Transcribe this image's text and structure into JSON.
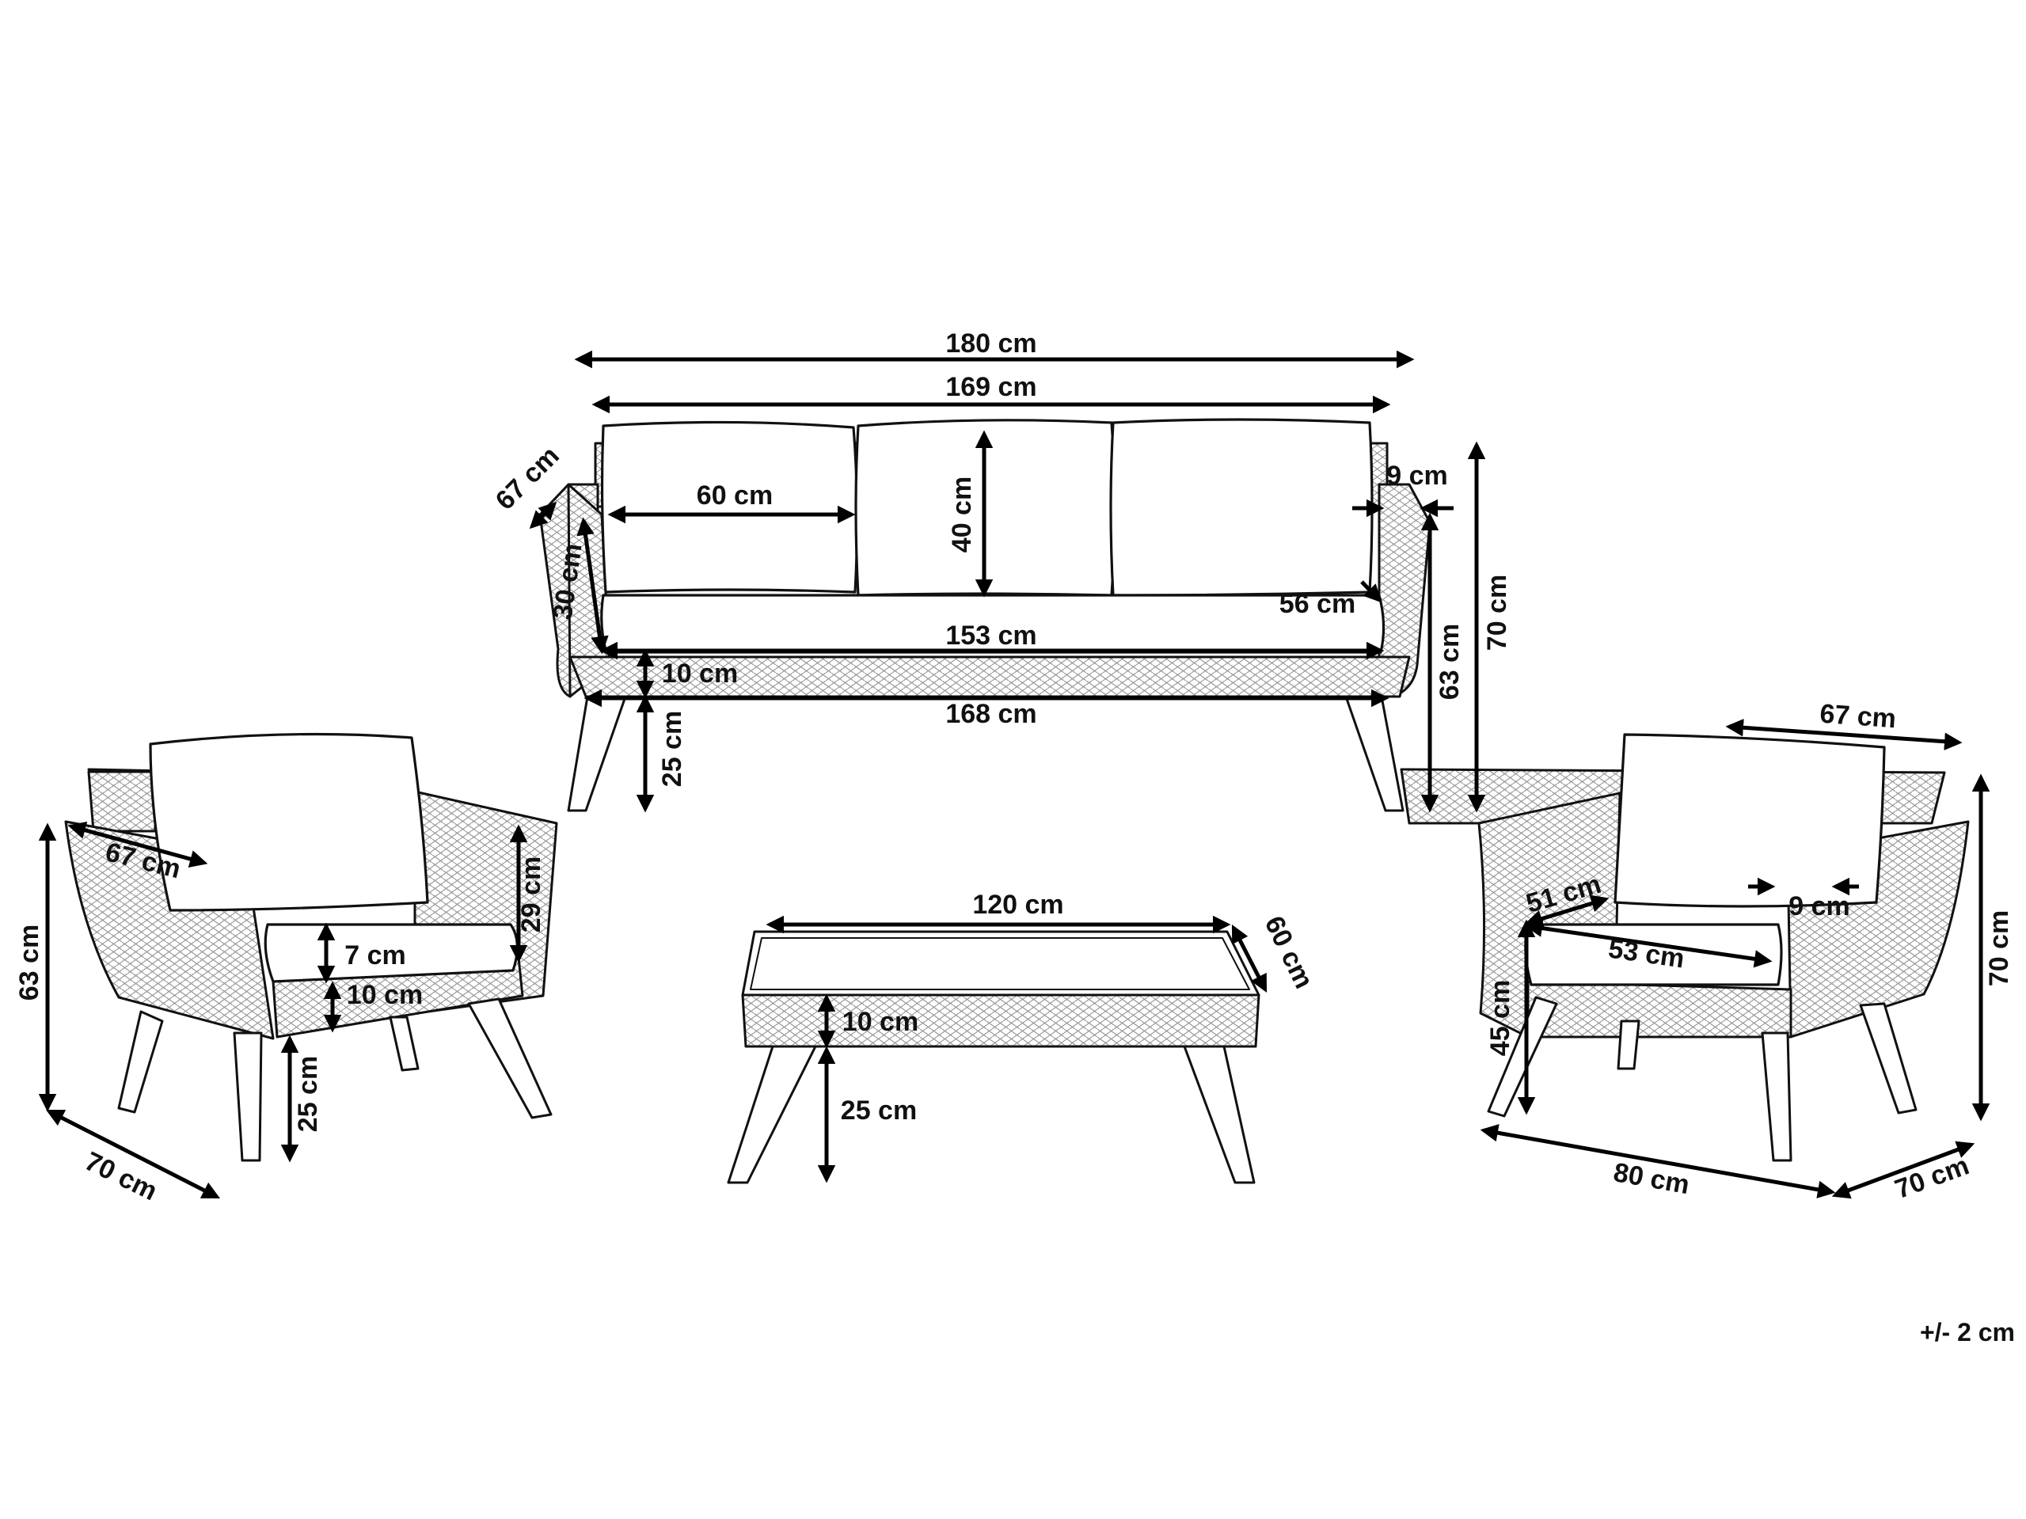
{
  "sofa": {
    "width_overall": "180 cm",
    "width_back": "169 cm",
    "depth": "67 cm",
    "cushion_width": "60 cm",
    "cushion_height": "40 cm",
    "arm_width": "9 cm",
    "height_overall": "70 cm",
    "seat_height_front": "30 cm",
    "seat_depth": "56 cm",
    "seat_width": "153 cm",
    "seat_thickness": "10 cm",
    "base_width": "168 cm",
    "leg_height": "25 cm",
    "arm_height": "63 cm"
  },
  "left_chair": {
    "height": "63 cm",
    "depth": "67 cm",
    "arm_height": "29 cm",
    "seat_cushion": "7 cm",
    "seat_thickness": "10 cm",
    "leg_height": "25 cm",
    "base_depth": "70 cm"
  },
  "table": {
    "length": "120 cm",
    "width": "60 cm",
    "top_thickness": "10 cm",
    "leg_height": "25 cm"
  },
  "right_chair": {
    "back_width": "67 cm",
    "seat_depth": "51 cm",
    "arm_width": "9 cm",
    "seat_width": "53 cm",
    "seat_height": "45 cm",
    "height": "70 cm",
    "width": "80 cm",
    "depth": "70 cm"
  },
  "tolerance": "+/- 2 cm"
}
